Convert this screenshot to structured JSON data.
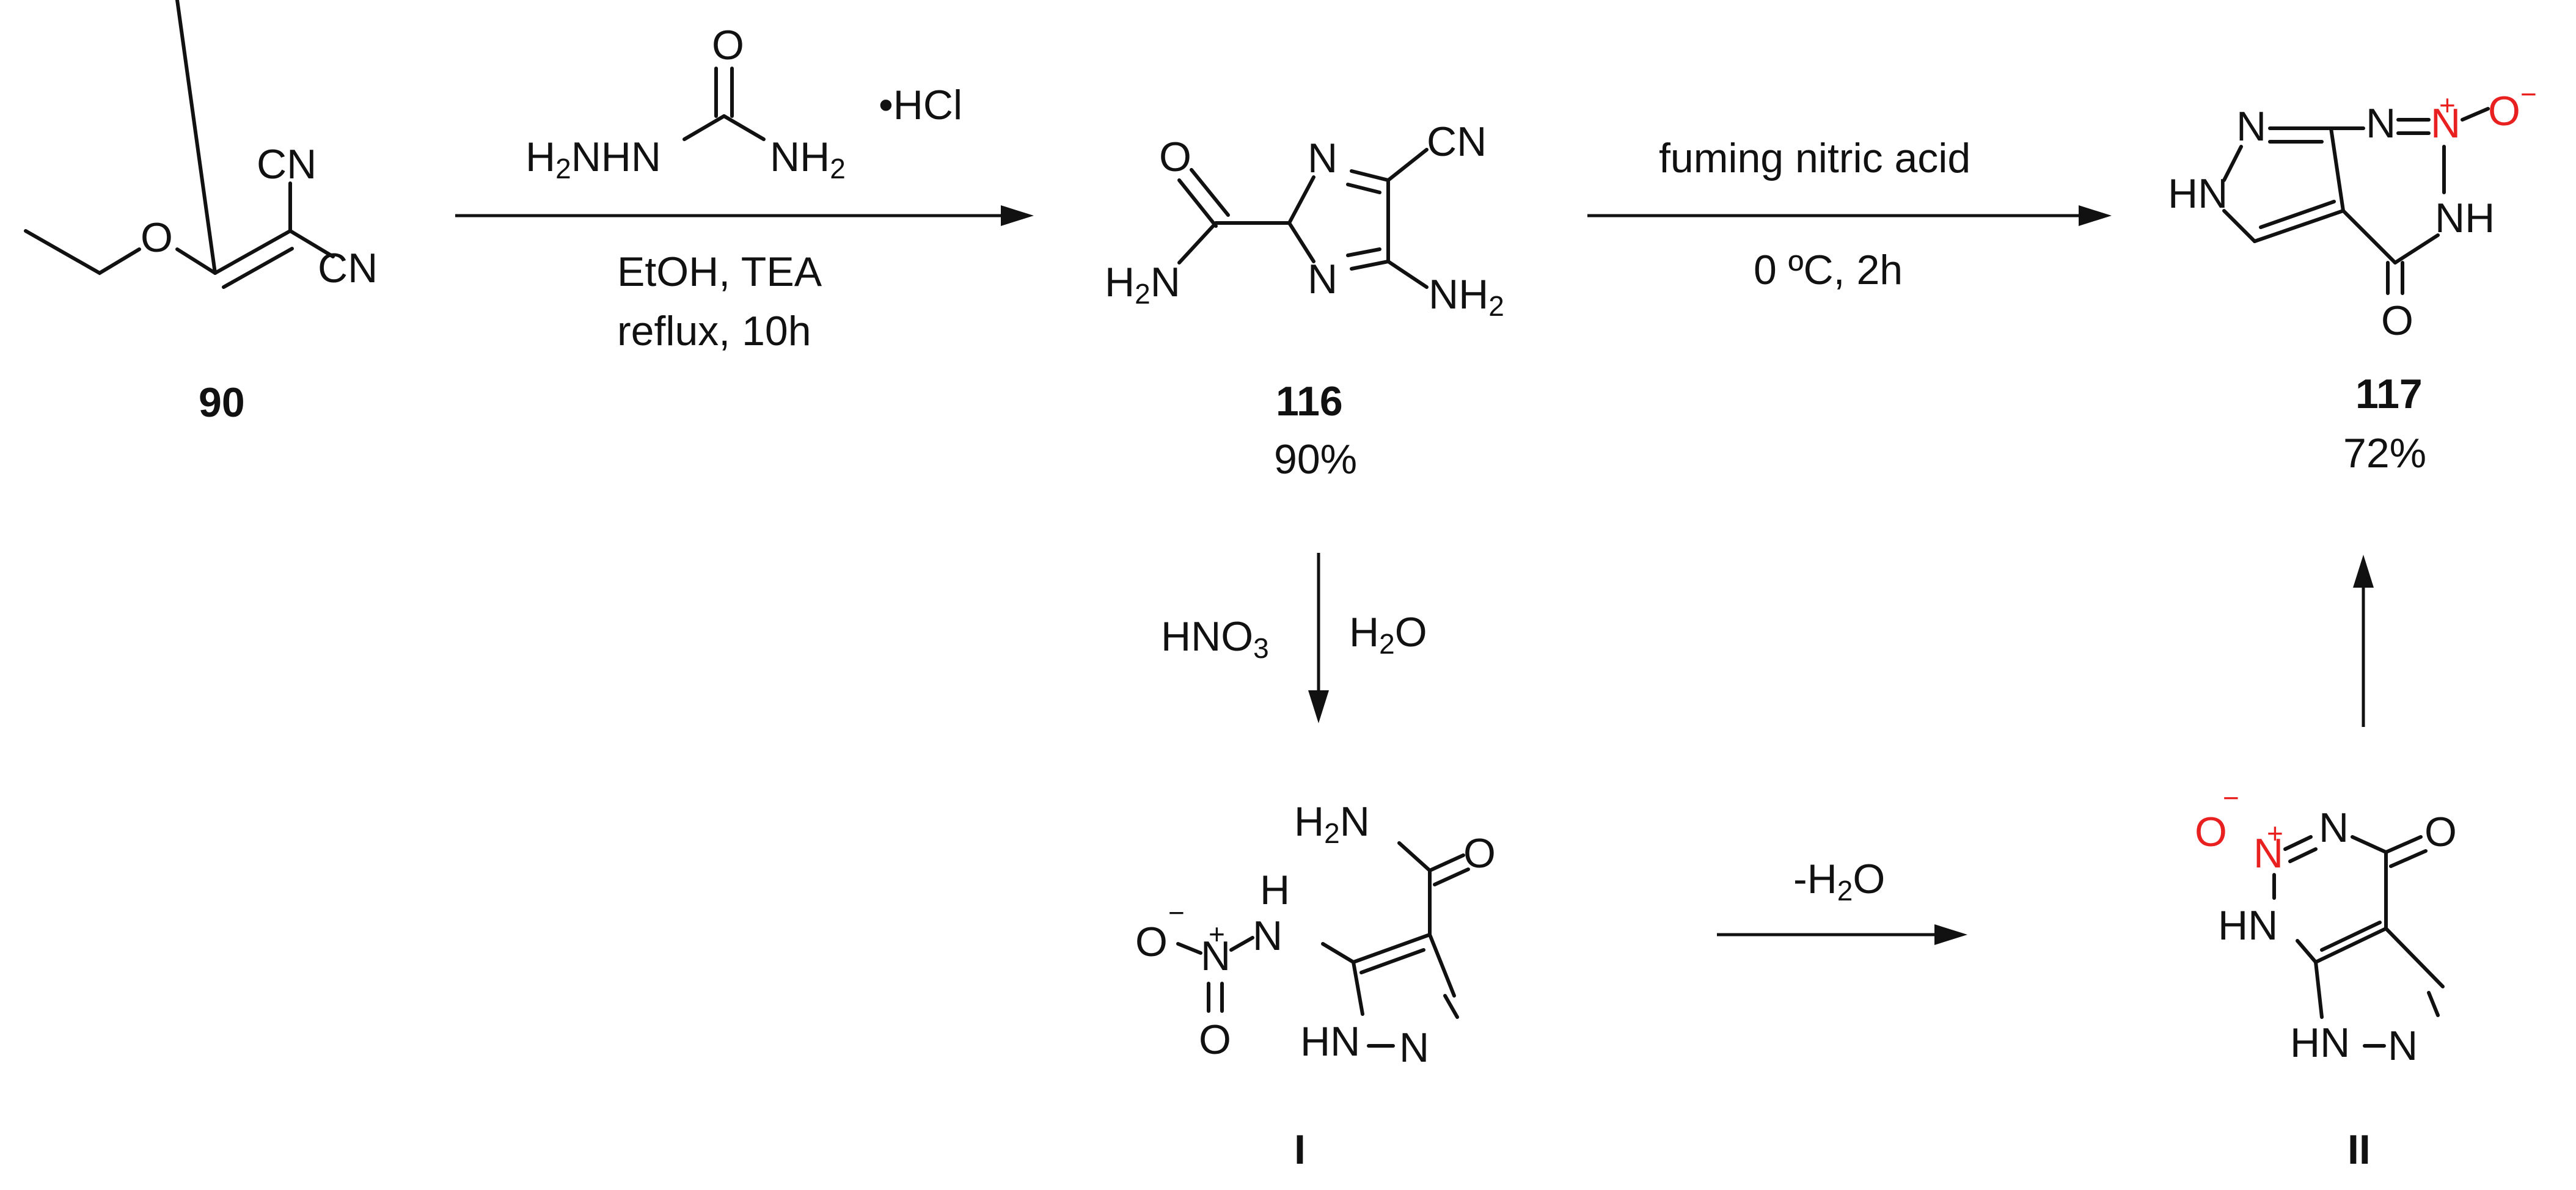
{
  "compounds": {
    "c90": {
      "id": "90",
      "cn_top": "CN",
      "cn_bottom": "CN",
      "o": "O"
    },
    "c116": {
      "id": "116",
      "yield": "90%",
      "o": "O",
      "h2n": "H",
      "n_top": "N",
      "n_bottom": "N",
      "cn": "CN",
      "nh2": "NH"
    },
    "c117": {
      "id": "117",
      "yield": "72%"
    },
    "cI": {
      "id": "I"
    },
    "cII": {
      "id": "II"
    }
  },
  "reagents": {
    "semicarbazide_o": "O",
    "semicarbazide_left": "H",
    "semicarbazide_right": "NH",
    "hcl": "•HCl",
    "step1_cond1": "EtOH,   TEA",
    "step1_cond2": "reflux,   10h",
    "step2_top": "fuming nitric acid",
    "step2_bottom": "0 ºC,   2h",
    "step3_left": "HNO",
    "step3_right": "H",
    "step4_top": "-H"
  },
  "colors": {
    "ink": "#111111",
    "nitro_red": "#e8201f"
  }
}
